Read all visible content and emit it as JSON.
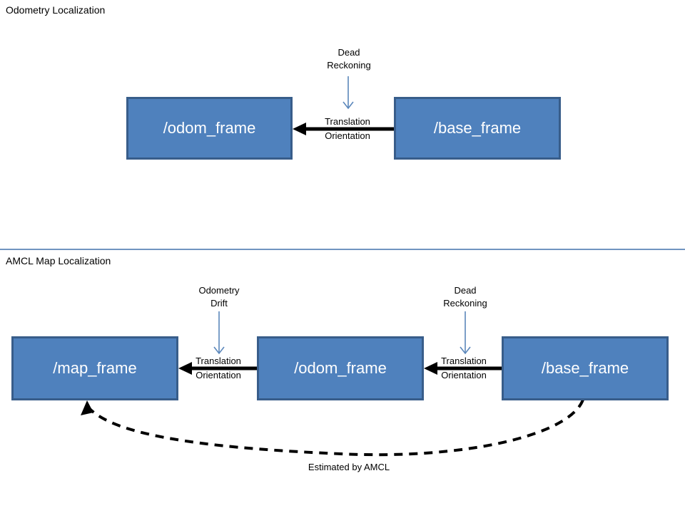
{
  "diagrams": [
    {
      "title": "Odometry Localization",
      "nodes": [
        "/odom_frame",
        "/base_frame"
      ],
      "edges": [
        {
          "top": "Translation",
          "bottom": "Orientation"
        }
      ],
      "annotations": [
        {
          "line1": "Dead",
          "line2": "Reckoning"
        }
      ]
    },
    {
      "title": "AMCL Map Localization",
      "nodes": [
        "/map_frame",
        "/odom_frame",
        "/base_frame"
      ],
      "edges": [
        {
          "top": "Translation",
          "bottom": "Orientation"
        },
        {
          "top": "Translation",
          "bottom": "Orientation"
        }
      ],
      "annotations": [
        {
          "line1": "Odometry",
          "line2": "Drift"
        },
        {
          "line1": "Dead",
          "line2": "Reckoning"
        }
      ],
      "curve_label": "Estimated by AMCL"
    }
  ],
  "colors": {
    "node_fill": "#4f81bd",
    "node_border": "#385d8a",
    "thick_arrow": "#000000",
    "thin_arrow": "#5b87bb",
    "divider": "#7094c0",
    "node_text": "#ffffff"
  }
}
